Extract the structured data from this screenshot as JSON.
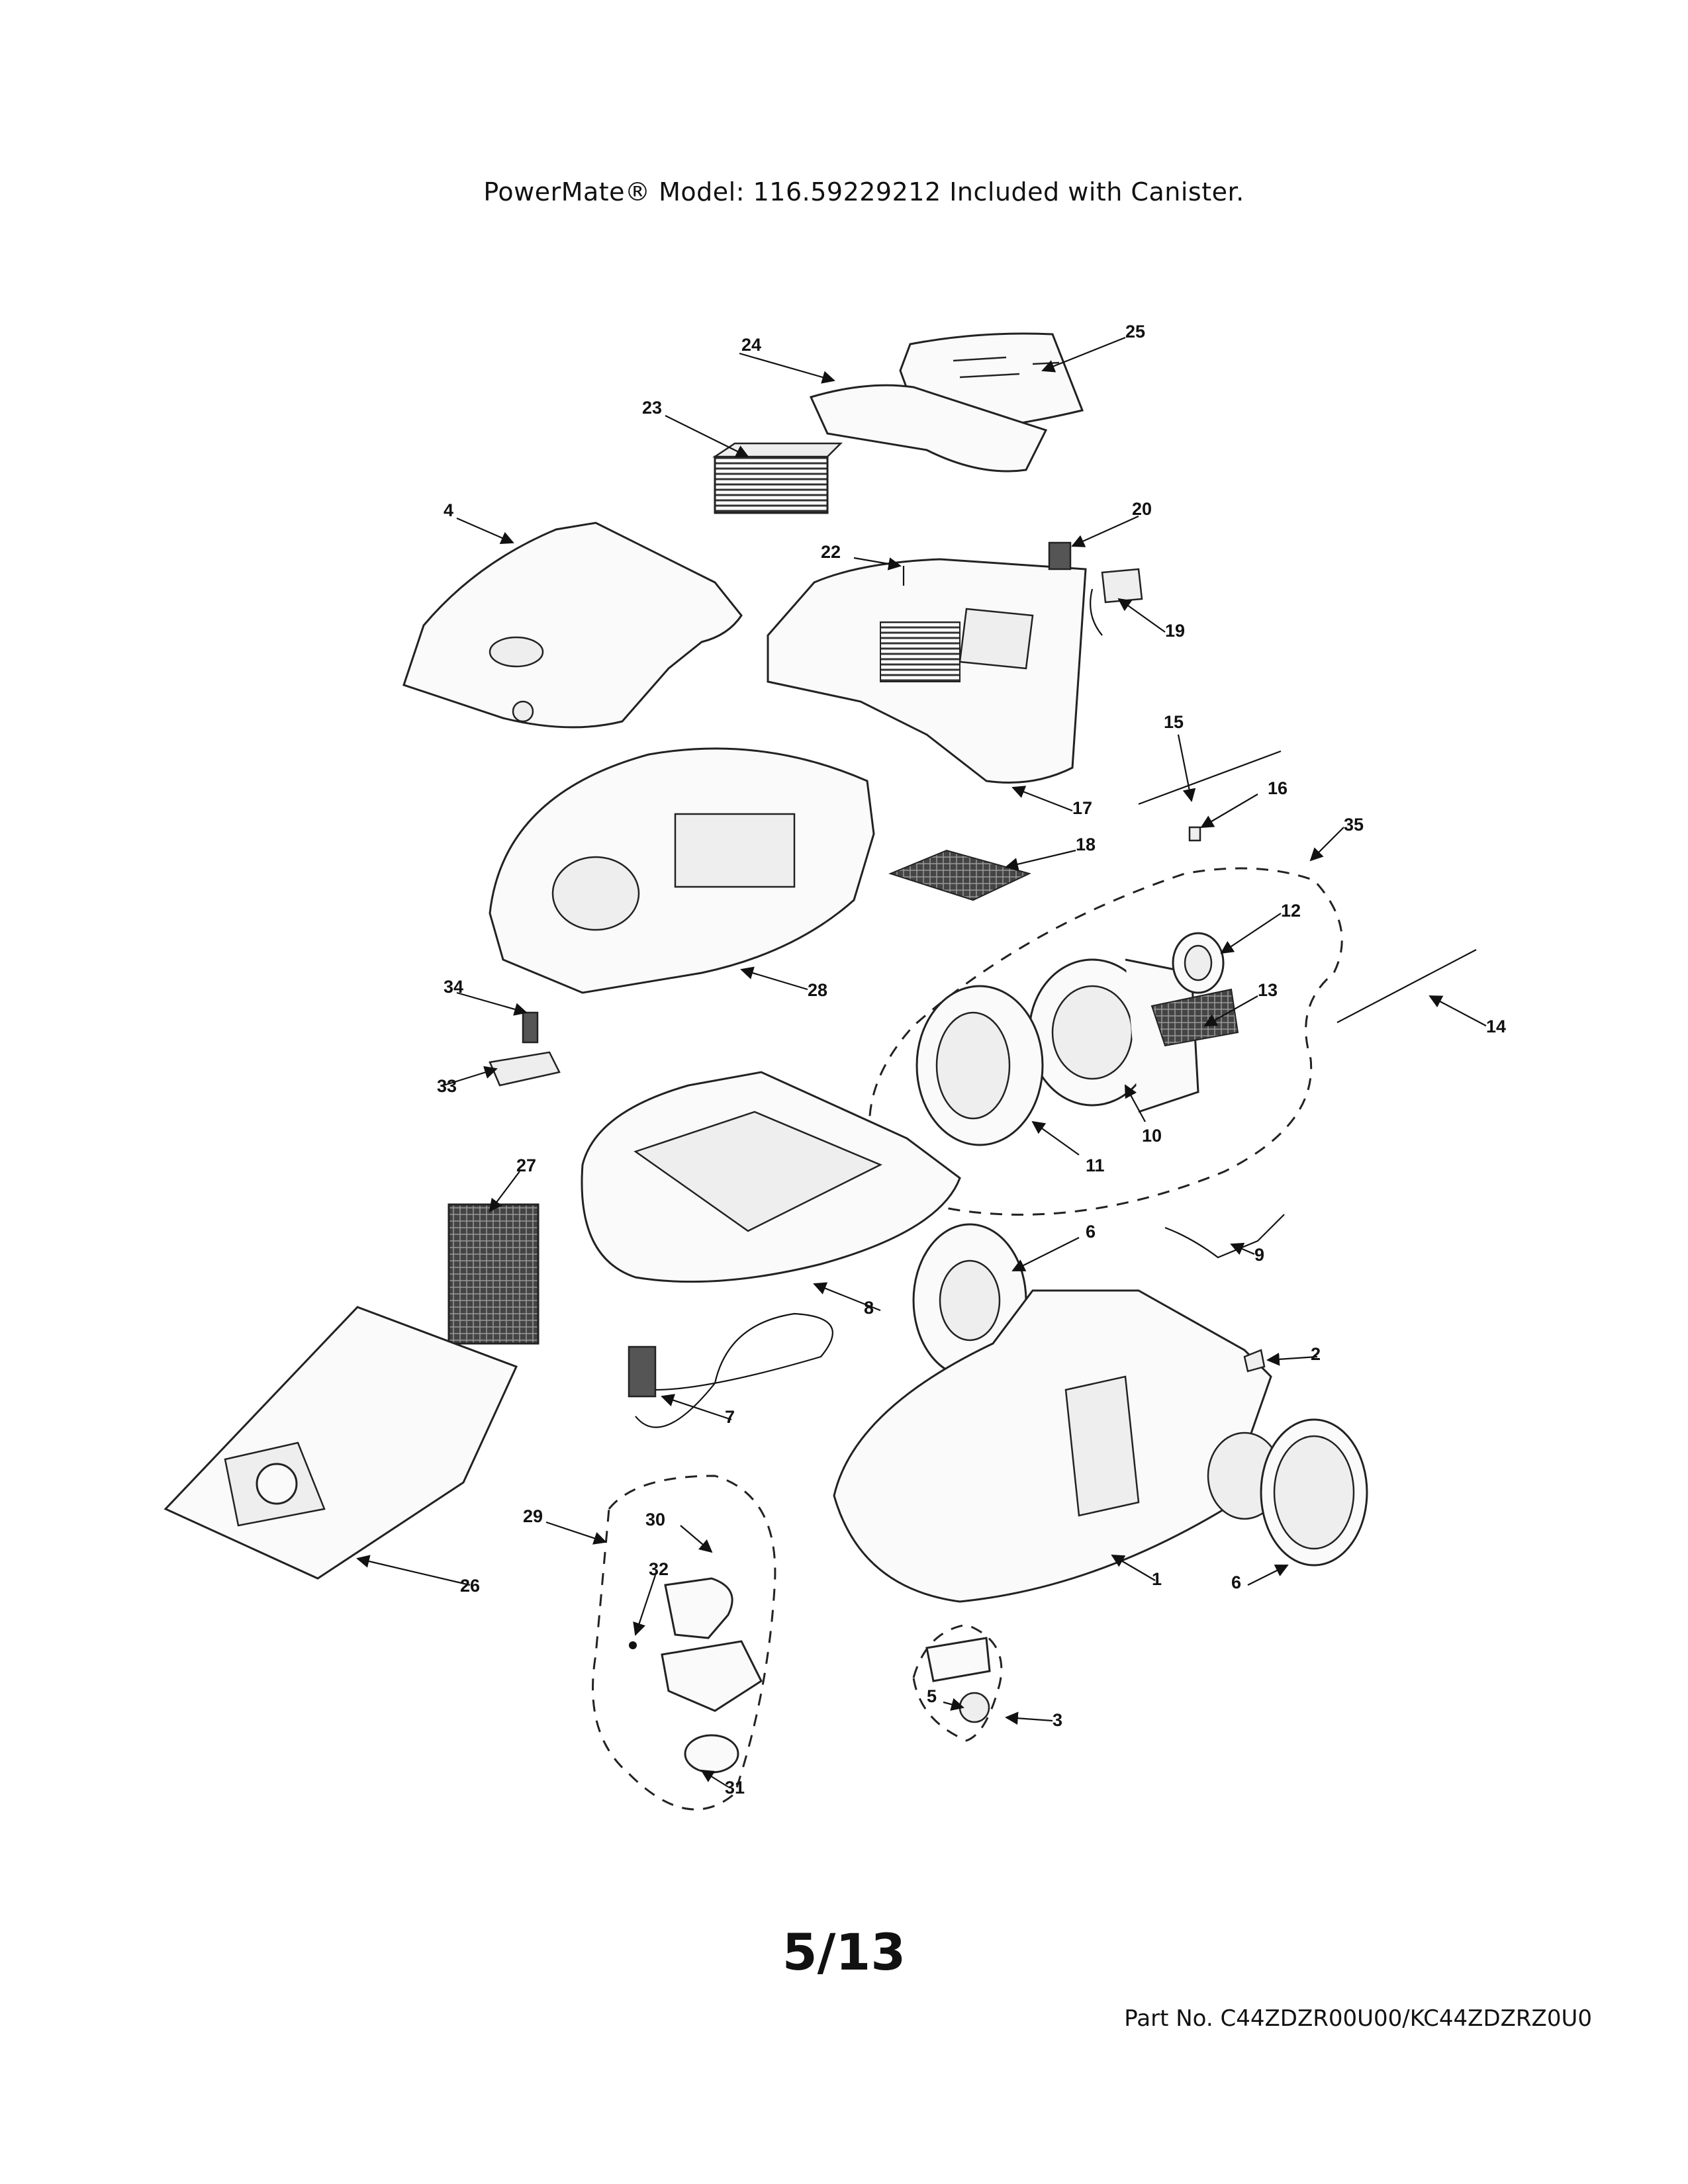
{
  "header": {
    "title": "PowerMate® Model:  116.59229212 Included with Canister."
  },
  "footer": {
    "page": "5/13",
    "part_number": "Part No. C44ZDZR00U00/KC44ZDZRZ0U0"
  },
  "callouts": {
    "c1": "1",
    "c2": "2",
    "c3": "3",
    "c4": "4",
    "c5": "5",
    "c6a": "6",
    "c6b": "6",
    "c7": "7",
    "c8": "8",
    "c9": "9",
    "c10": "10",
    "c11": "11",
    "c12": "12",
    "c13": "13",
    "c14": "14",
    "c15": "15",
    "c16": "16",
    "c17": "17",
    "c18": "18",
    "c19": "19",
    "c20": "20",
    "c22": "22",
    "c23": "23",
    "c24": "24",
    "c25": "25",
    "c26": "26",
    "c27": "27",
    "c28": "28",
    "c29": "29",
    "c30": "30",
    "c31": "31",
    "c32": "32",
    "c33": "33",
    "c34": "34",
    "c35": "35"
  }
}
